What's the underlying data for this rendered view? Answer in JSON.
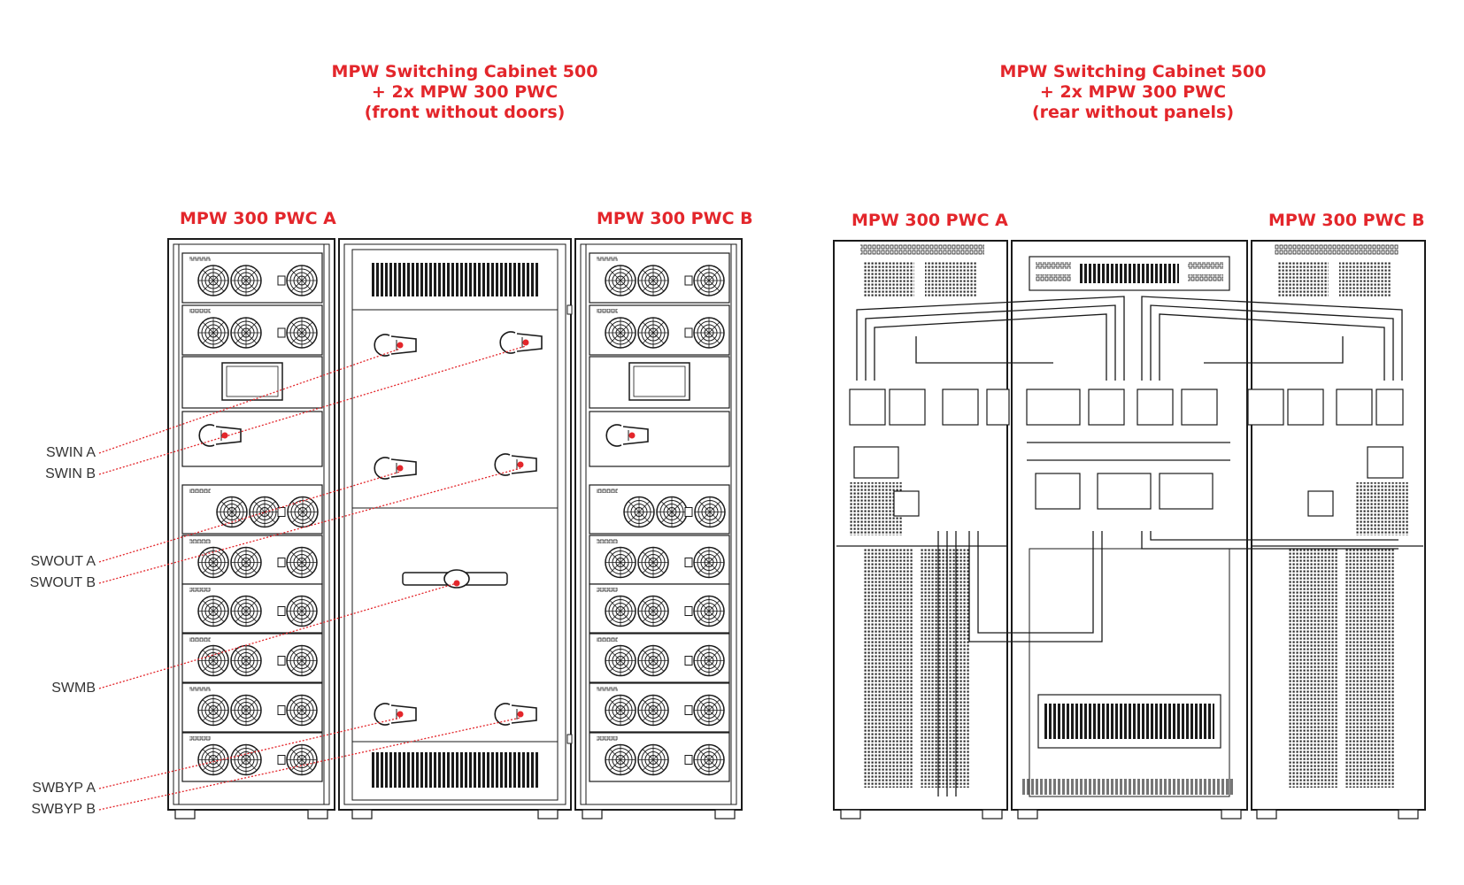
{
  "titles": {
    "front": [
      "MPW Switching Cabinet 500",
      "+ 2x MPW 300 PWC",
      "(front without doors)"
    ],
    "rear": [
      "MPW Switching Cabinet 500",
      "+ 2x MPW 300 PWC",
      "(rear without panels)"
    ]
  },
  "cabinet_labels": {
    "front_a": "MPW 300 PWC A",
    "front_b": "MPW 300 PWC B",
    "rear_a": "MPW 300 PWC A",
    "rear_b": "MPW 300 PWC B"
  },
  "switch_labels": {
    "swin_a": "SWIN A",
    "swin_b": "SWIN B",
    "swout_a": "SWOUT A",
    "swout_b": "SWOUT B",
    "swmb": "SWMB",
    "swbyp_a": "SWBYP A",
    "swbyp_b": "SWBYP B"
  },
  "colors": {
    "accent": "#e3262b",
    "line": "#1a1a1a"
  }
}
